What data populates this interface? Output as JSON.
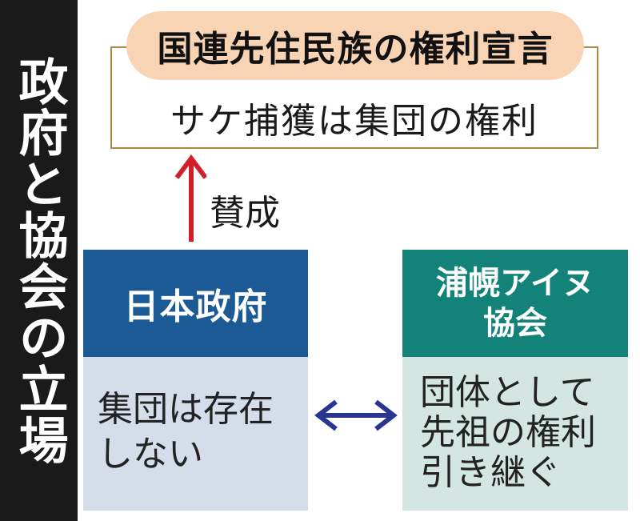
{
  "side_title": "政府と協会の立場",
  "declaration": {
    "title": "国連先住民族の権利宣言",
    "body": "サケ捕獲は集団の権利"
  },
  "support": {
    "label": "賛成",
    "arrow_color": "#d0202a"
  },
  "government": {
    "name": "日本政府",
    "position_lines": [
      "集団は存在",
      "しない"
    ],
    "header_color": "#1c5a96"
  },
  "association": {
    "name_lines": [
      "浦幌アイヌ",
      "協会"
    ],
    "position_lines": [
      "団体として",
      "先祖の権利",
      "引き継ぐ"
    ],
    "header_color": "#138278"
  },
  "opposition_arrow_color": "#2a3590"
}
